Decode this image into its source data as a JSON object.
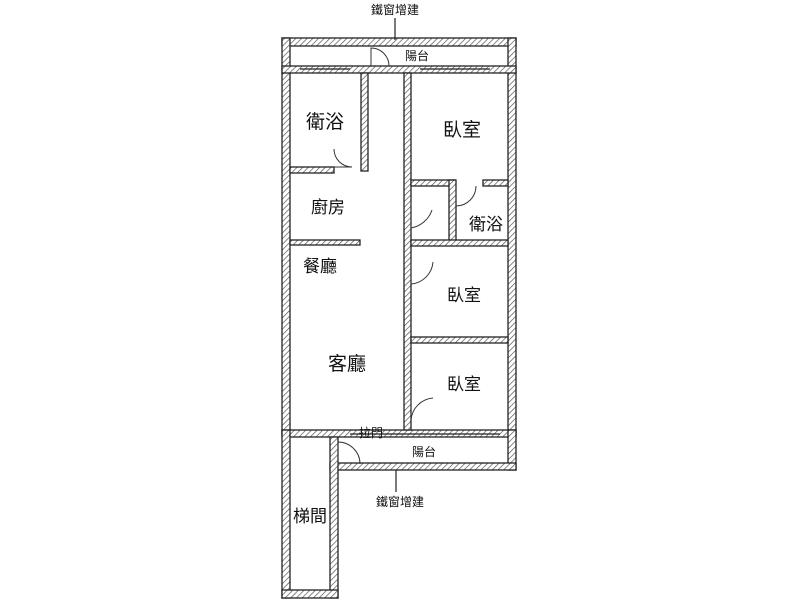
{
  "plan": {
    "rooms": {
      "balcony_top": "陽台",
      "bath_left": "衛浴",
      "bedroom_1": "臥室",
      "kitchen": "廚房",
      "bath_right": "衛浴",
      "dining": "餐廳",
      "bedroom_2": "臥室",
      "living": "客廳",
      "bedroom_3": "臥室",
      "sliding_door": "拉門",
      "balcony_bottom": "陽台",
      "stair": "梯間"
    },
    "notes": {
      "iron_window_top": "鐵窗增建",
      "iron_window_bottom": "鐵窗增建"
    }
  }
}
